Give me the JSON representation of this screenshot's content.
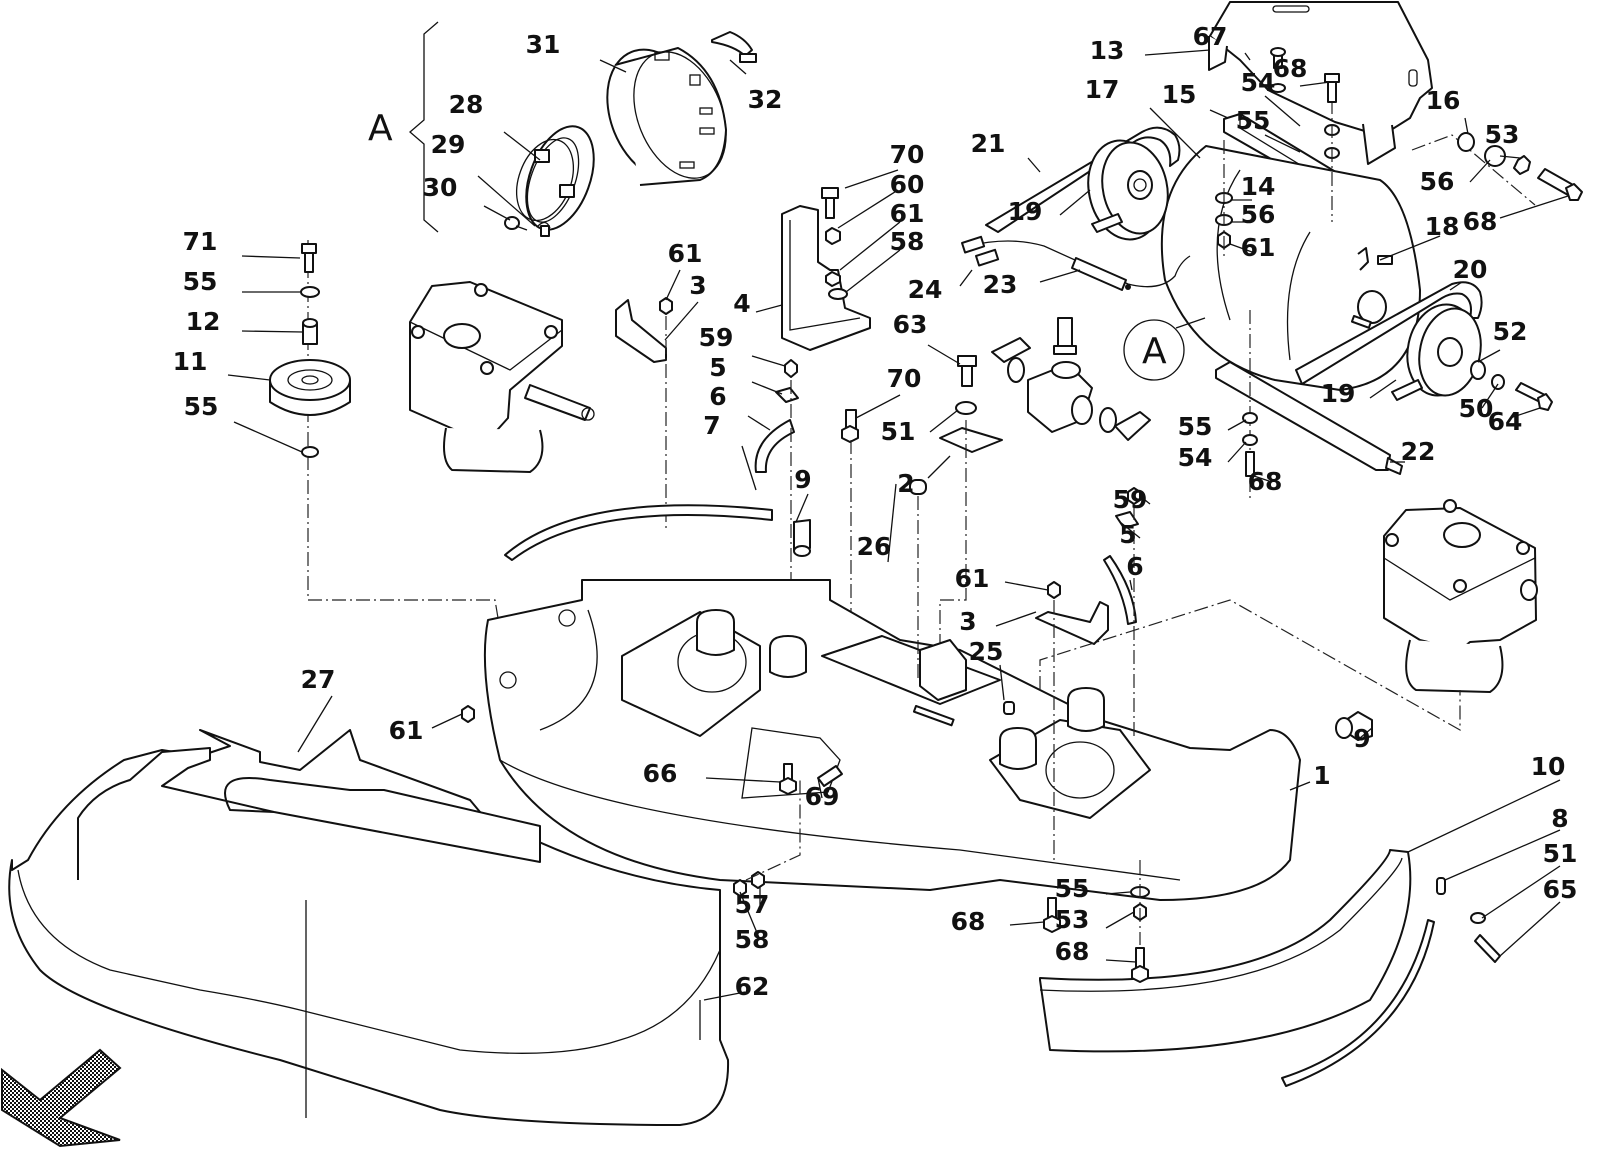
{
  "diagram": {
    "type": "exploded-parts-diagram",
    "subject": "mower deck with gearboxes, belt drive and motor assembly",
    "section_marker": "A",
    "section_reference_circle": "A",
    "callouts": [
      {
        "id": "c31",
        "label": "31",
        "part": "brush-ring"
      },
      {
        "id": "c32",
        "label": "32",
        "part": "brush-clip"
      },
      {
        "id": "c28",
        "label": "28",
        "part": "brush-holder-plate"
      },
      {
        "id": "c29",
        "label": "29",
        "part": "spring"
      },
      {
        "id": "c30",
        "label": "30",
        "part": "carbon-brush"
      },
      {
        "id": "c13",
        "label": "13",
        "part": "belt-guard-cover"
      },
      {
        "id": "c67",
        "label": "67",
        "part": "screw"
      },
      {
        "id": "c68a",
        "label": "68",
        "part": "bolt"
      },
      {
        "id": "c54a",
        "label": "54",
        "part": "washer"
      },
      {
        "id": "c55a",
        "label": "55",
        "part": "washer"
      },
      {
        "id": "c17",
        "label": "17",
        "part": "electric-motor"
      },
      {
        "id": "c15",
        "label": "15",
        "part": "mounting-bar"
      },
      {
        "id": "c16",
        "label": "16",
        "part": "spacer"
      },
      {
        "id": "c53a",
        "label": "53",
        "part": "lock-washer"
      },
      {
        "id": "c56a",
        "label": "56",
        "part": "flat-washer"
      },
      {
        "id": "c68b",
        "label": "68",
        "part": "bolt"
      },
      {
        "id": "c21",
        "label": "21",
        "part": "v-belt"
      },
      {
        "id": "c19a",
        "label": "19",
        "part": "pulley"
      },
      {
        "id": "c14",
        "label": "14",
        "part": "nut"
      },
      {
        "id": "c56b",
        "label": "56",
        "part": "washer"
      },
      {
        "id": "c61a",
        "label": "61",
        "part": "nut"
      },
      {
        "id": "c18",
        "label": "18",
        "part": "key"
      },
      {
        "id": "c20",
        "label": "20",
        "part": "v-belt"
      },
      {
        "id": "c70a",
        "label": "70",
        "part": "bolt"
      },
      {
        "id": "c60",
        "label": "60",
        "part": "nut"
      },
      {
        "id": "c61b",
        "label": "61",
        "part": "nut"
      },
      {
        "id": "c58a",
        "label": "58",
        "part": "washer"
      },
      {
        "id": "c71",
        "label": "71",
        "part": "bolt"
      },
      {
        "id": "c55b",
        "label": "55",
        "part": "washer"
      },
      {
        "id": "c12",
        "label": "12",
        "part": "spacer-tube"
      },
      {
        "id": "c11",
        "label": "11",
        "part": "idler-pulley"
      },
      {
        "id": "c55c",
        "label": "55",
        "part": "washer"
      },
      {
        "id": "c61c",
        "label": "61",
        "part": "nut"
      },
      {
        "id": "c3a",
        "label": "3",
        "part": "angle-bracket"
      },
      {
        "id": "c4",
        "label": "4",
        "part": "motor-bracket"
      },
      {
        "id": "c59a",
        "label": "59",
        "part": "nut"
      },
      {
        "id": "c5a",
        "label": "5",
        "part": "clamp-plate"
      },
      {
        "id": "c6a",
        "label": "6",
        "part": "hose"
      },
      {
        "id": "c7",
        "label": "7",
        "part": "rubber-strip"
      },
      {
        "id": "c70b",
        "label": "70",
        "part": "bolt"
      },
      {
        "id": "c24",
        "label": "24",
        "part": "cable-connector"
      },
      {
        "id": "c23",
        "label": "23",
        "part": "cable"
      },
      {
        "id": "c63",
        "label": "63",
        "part": "bolt"
      },
      {
        "id": "c51a",
        "label": "51",
        "part": "washer"
      },
      {
        "id": "c2",
        "label": "2",
        "part": "bracket-plate"
      },
      {
        "id": "c52",
        "label": "52",
        "part": "washer"
      },
      {
        "id": "c19b",
        "label": "19",
        "part": "pulley"
      },
      {
        "id": "c50",
        "label": "50",
        "part": "lock-washer"
      },
      {
        "id": "c64",
        "label": "64",
        "part": "bolt"
      },
      {
        "id": "c55d",
        "label": "55",
        "part": "washer"
      },
      {
        "id": "c54b",
        "label": "54",
        "part": "washer"
      },
      {
        "id": "c22",
        "label": "22",
        "part": "shaft-bar"
      },
      {
        "id": "c68c",
        "label": "68",
        "part": "bolt"
      },
      {
        "id": "c9a",
        "label": "9",
        "part": "hose-nipple"
      },
      {
        "id": "c59b",
        "label": "59",
        "part": "nut"
      },
      {
        "id": "c5b",
        "label": "5",
        "part": "clamp-plate"
      },
      {
        "id": "c26",
        "label": "26",
        "part": "plug"
      },
      {
        "id": "c61d",
        "label": "61",
        "part": "nut"
      },
      {
        "id": "c6b",
        "label": "6",
        "part": "hose"
      },
      {
        "id": "c3b",
        "label": "3",
        "part": "angle-bracket"
      },
      {
        "id": "c25",
        "label": "25",
        "part": "plug"
      },
      {
        "id": "c27",
        "label": "27",
        "part": "deck-cover"
      },
      {
        "id": "c61e",
        "label": "61",
        "part": "nut"
      },
      {
        "id": "c9b",
        "label": "9",
        "part": "hose-nipple"
      },
      {
        "id": "c1",
        "label": "1",
        "part": "mower-deck"
      },
      {
        "id": "c66",
        "label": "66",
        "part": "screw"
      },
      {
        "id": "c69",
        "label": "69",
        "part": "bolt"
      },
      {
        "id": "c10",
        "label": "10",
        "part": "deflector"
      },
      {
        "id": "c8",
        "label": "8",
        "part": "rubber-strip"
      },
      {
        "id": "c51b",
        "label": "51",
        "part": "washer"
      },
      {
        "id": "c65",
        "label": "65",
        "part": "screw"
      },
      {
        "id": "c55e",
        "label": "55",
        "part": "washer"
      },
      {
        "id": "c53b",
        "label": "53",
        "part": "lock-washer"
      },
      {
        "id": "c68d",
        "label": "68",
        "part": "bolt"
      },
      {
        "id": "c68e",
        "label": "68",
        "part": "bolt"
      },
      {
        "id": "c57",
        "label": "57",
        "part": "nut"
      },
      {
        "id": "c58b",
        "label": "58",
        "part": "nut"
      },
      {
        "id": "c62",
        "label": "62",
        "part": "rivet"
      }
    ]
  }
}
